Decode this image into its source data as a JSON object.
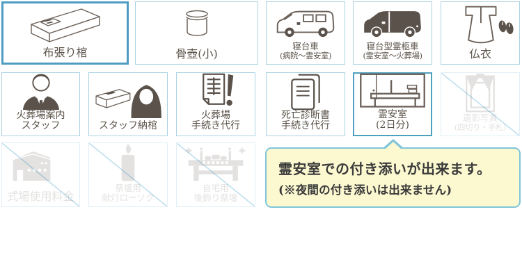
{
  "colors": {
    "selected_border": "#4e9cc0",
    "normal_border": "#a9d2e2",
    "disabled_border": "#e1eff6",
    "disabled_strike": "#bfdfee",
    "icon_line": "#6b6159",
    "icon_fill": "#5b524b",
    "label_text": "#5a5248",
    "callout_bg": "#fcf9d1",
    "callout_border": "#7fc5db",
    "callout_text": "#3a3a3a"
  },
  "cards": {
    "cloth_coffin": {
      "label": "布張り棺",
      "state": "selected",
      "icon": "coffin-icon"
    },
    "urn_small": {
      "label": "骨壺(小)",
      "state": "normal",
      "icon": "urn-icon"
    },
    "bed_car": {
      "line1": "寝台車",
      "line2": "(病院〜霊安室)",
      "state": "normal",
      "icon": "van-outline-icon"
    },
    "hearse": {
      "line1": "寝台型霊柩車",
      "line2": "(霊安室〜火葬場)",
      "state": "normal",
      "icon": "van-filled-icon"
    },
    "buddhist_robe": {
      "label": "仏衣",
      "state": "normal",
      "icon": "kimono-icon"
    },
    "crematory_staff": {
      "line1": "火葬場案内",
      "line2": "スタッフ",
      "state": "normal",
      "icon": "staff-man-icon"
    },
    "staff_encoffin": {
      "label": "スタッフ納棺",
      "state": "normal",
      "icon": "staff-woman-coffin-icon"
    },
    "crematory_proc": {
      "line1": "火葬場",
      "line2": "手続き代行",
      "state": "normal",
      "icon": "document-pen-icon"
    },
    "death_cert": {
      "line1": "死亡診断書",
      "line2": "手続き代行",
      "state": "normal",
      "icon": "papers-icon"
    },
    "mortuary": {
      "line1": "霊安室",
      "line2": "(2日分)",
      "state": "highlight",
      "icon": "mortuary-room-icon"
    },
    "portrait_photo": {
      "line1": "遺影写真",
      "line2": "(四切り・手札)",
      "state": "disabled",
      "icon": "portrait-frame-icon"
    },
    "hall_fee": {
      "label": "式場使用料金",
      "state": "disabled",
      "icon": "building-icon"
    },
    "altar_candle": {
      "line1": "祭壇用",
      "line2": "献灯ローソク",
      "state": "disabled",
      "icon": "candle-icon"
    },
    "home_altar": {
      "line1": "自宅用",
      "line2": "後飾り祭壇",
      "state": "disabled",
      "icon": "home-altar-icon"
    }
  },
  "callout": {
    "line1": "霊安室での付き添いが出来ます。",
    "line2": "(※夜間の付き添いは出来ません)"
  }
}
